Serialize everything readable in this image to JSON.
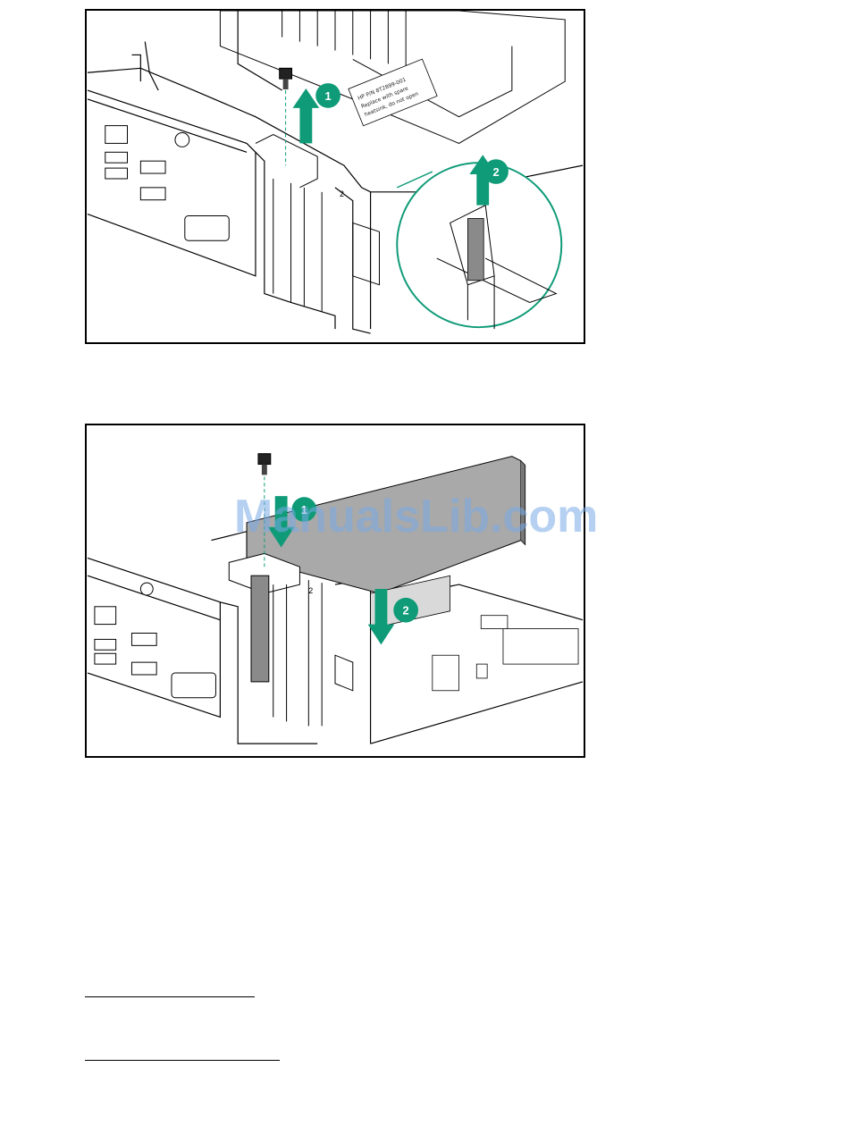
{
  "figure1": {
    "alt": "Removing the expansion slot cover: remove screw, lift out slot cover",
    "callouts": [
      "1",
      "2"
    ],
    "heatsink_label_lines": [
      "HP P/N 8T2899-001",
      "Replace with spare",
      "heatsink, do not open"
    ],
    "slot_marker": "2"
  },
  "figure2": {
    "alt": "Installing the expansion board: lower board into slot, secure with screw",
    "callouts": [
      "1",
      "2"
    ],
    "slot_marker": "2"
  },
  "watermark": "ManualsLib.com",
  "colors": {
    "accent": "#0f9b78",
    "line": "#000000",
    "watermark": "#78aae6"
  }
}
